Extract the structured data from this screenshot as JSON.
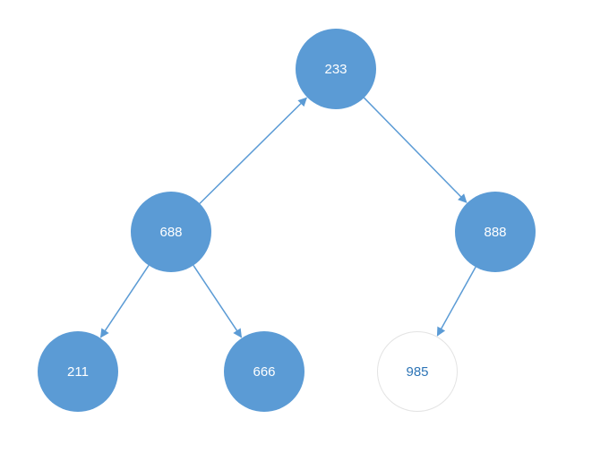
{
  "nodes": {
    "n233": {
      "label": "233",
      "style": "filled"
    },
    "n688": {
      "label": "688",
      "style": "filled"
    },
    "n888": {
      "label": "888",
      "style": "filled"
    },
    "n211": {
      "label": "211",
      "style": "filled"
    },
    "n666": {
      "label": "666",
      "style": "filled"
    },
    "n985": {
      "label": "985",
      "style": "hollow"
    }
  },
  "edges": [
    {
      "from": "688",
      "to": "233"
    },
    {
      "from": "233",
      "to": "888"
    },
    {
      "from": "688",
      "to": "211"
    },
    {
      "from": "688",
      "to": "666"
    },
    {
      "from": "888",
      "to": "985"
    }
  ],
  "colors": {
    "node_fill": "#5b9bd5",
    "node_text": "#ffffff",
    "hollow_text": "#2e75b6",
    "edge": "#5b9bd5"
  }
}
